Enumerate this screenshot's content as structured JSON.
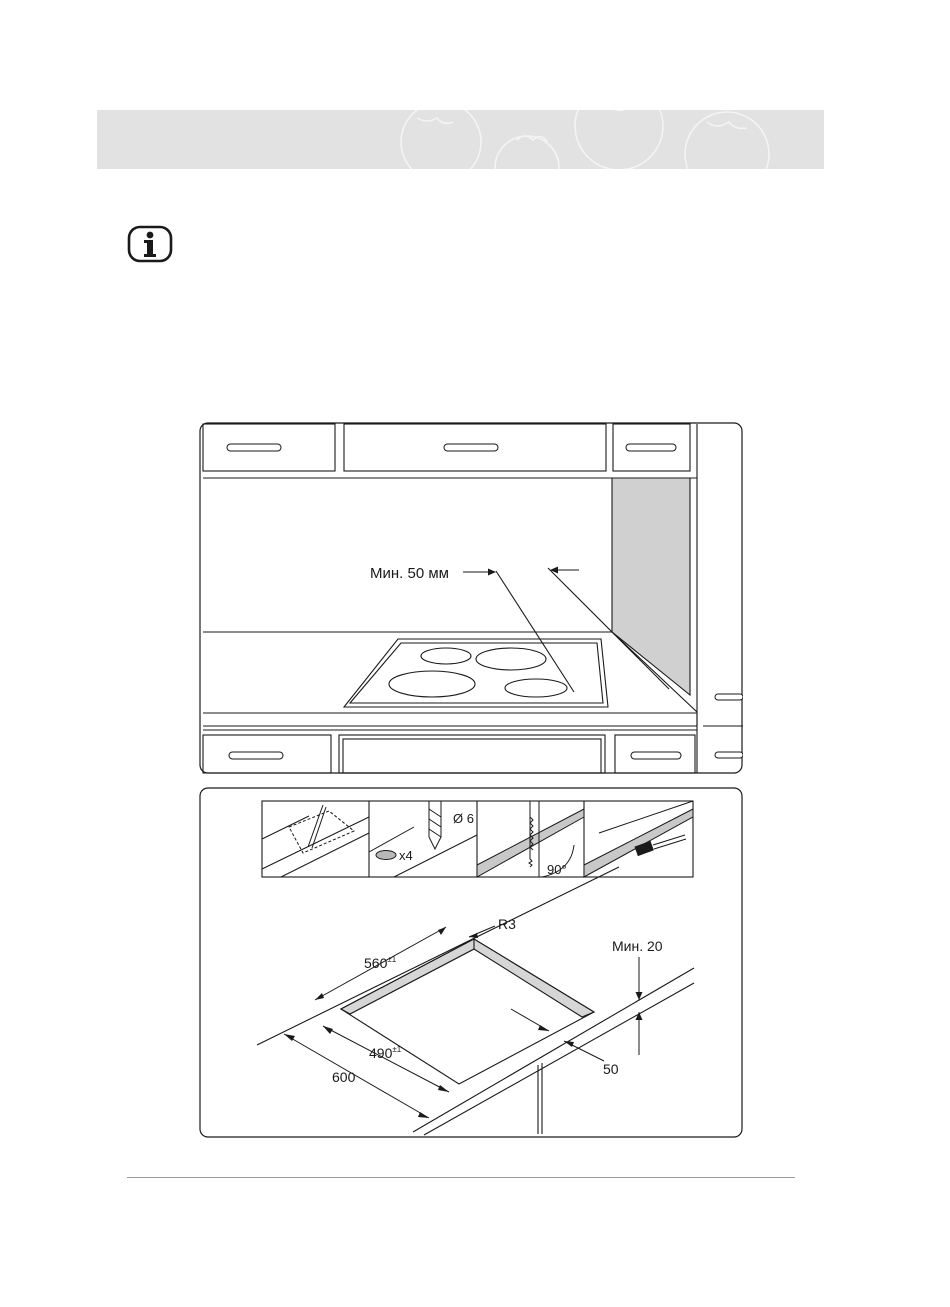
{
  "header": {
    "decoration": "tomato-outline-pattern",
    "band_color": "#e2e2e2"
  },
  "info": {
    "icon": "info-icon",
    "glyph": "i"
  },
  "figure_top": {
    "min_clearance_label": "Мин. 50 мм"
  },
  "figure_bottom": {
    "step_diameter_label": "Ø 6",
    "step_count_label": "x4",
    "step_angle_label": "90°",
    "corner_radius_label": "R3",
    "min_thickness_label": "Мин. 20",
    "width_label": "560",
    "width_tolerance": "±1",
    "depth_label": "490",
    "depth_tolerance": "±1",
    "worktop_depth_label": "600",
    "front_offset_label": "50"
  }
}
